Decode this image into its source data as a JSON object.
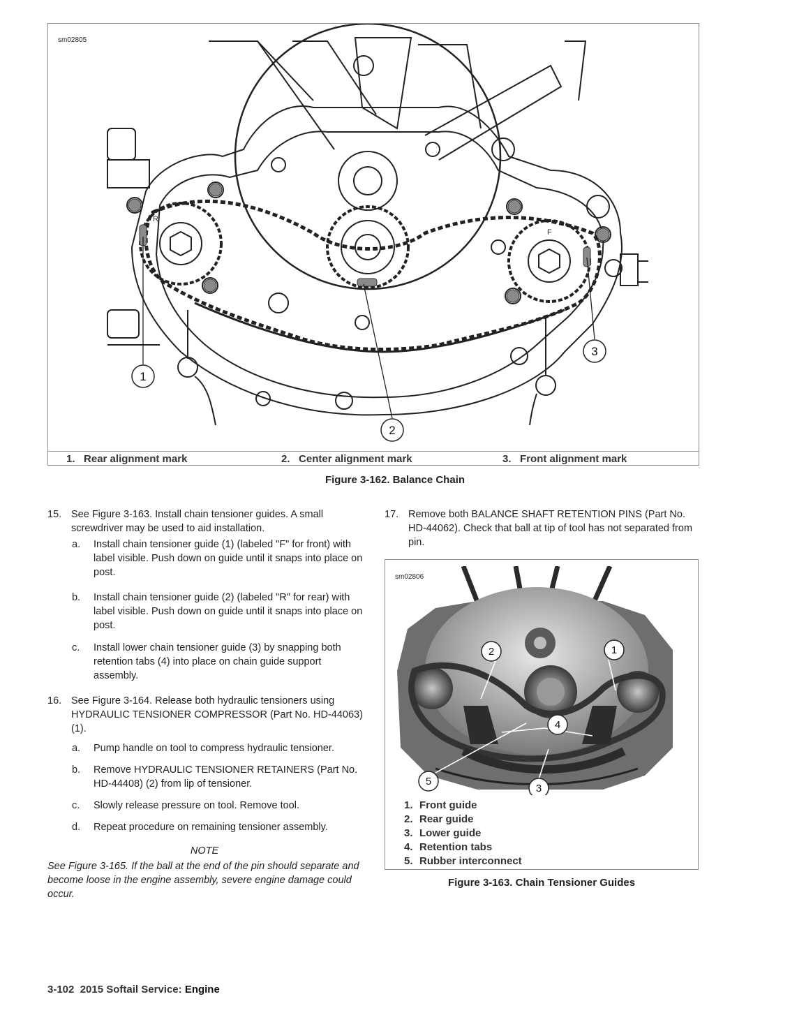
{
  "figure1": {
    "id": "sm02805",
    "callouts": [
      "1",
      "2",
      "3"
    ],
    "part_labels": [
      "R",
      "F"
    ],
    "legend": [
      {
        "num": "1.",
        "label": "Rear alignment mark"
      },
      {
        "num": "2.",
        "label": "Center alignment mark"
      },
      {
        "num": "3.",
        "label": "Front alignment mark"
      }
    ],
    "caption": "Figure 3-162. Balance Chain"
  },
  "steps": {
    "s15": {
      "num": "15.",
      "text": "See Figure 3-163. Install chain tensioner guides. A small screwdriver may be used to aid installation.",
      "subs": [
        {
          "letter": "a.",
          "text": "Install chain tensioner guide (1) (labeled \"F\" for front) with label visible. Push down on guide until it snaps into place on post."
        },
        {
          "letter": "b.",
          "text": "Install chain tensioner guide (2) (labeled \"R\" for rear) with label visible. Push down on guide until it snaps into place on post."
        },
        {
          "letter": "c.",
          "text": "Install lower chain tensioner guide (3) by snapping both retention tabs (4) into place on chain guide support assembly."
        }
      ]
    },
    "s16": {
      "num": "16.",
      "text": "See Figure 3-164. Release both hydraulic tensioners using HYDRAULIC TENSIONER COMPRESSOR (Part No. HD-44063) (1).",
      "subs": [
        {
          "letter": "a.",
          "text": "Pump handle on tool to compress hydraulic tensioner."
        },
        {
          "letter": "b.",
          "text": "Remove HYDRAULIC TENSIONER RETAINERS (Part No. HD-44408) (2) from lip of tensioner."
        },
        {
          "letter": "c.",
          "text": "Slowly release pressure on tool. Remove tool."
        },
        {
          "letter": "d.",
          "text": "Repeat procedure on remaining tensioner assembly."
        }
      ]
    },
    "s17": {
      "num": "17.",
      "text": "Remove both BALANCE SHAFT RETENTION PINS (Part No. HD-44062). Check that ball at tip of tool has not separated from pin."
    }
  },
  "note": {
    "heading": "NOTE",
    "text": "See Figure 3-165. If the ball at the end of the pin should separate and become loose in the engine assembly, severe engine damage could occur."
  },
  "figure2": {
    "id": "sm02806",
    "callouts": [
      "1",
      "2",
      "3",
      "4",
      "5"
    ],
    "legend": [
      {
        "num": "1.",
        "label": "Front guide"
      },
      {
        "num": "2.",
        "label": "Rear guide"
      },
      {
        "num": "3.",
        "label": "Lower guide"
      },
      {
        "num": "4.",
        "label": "Retention tabs"
      },
      {
        "num": "5.",
        "label": "Rubber interconnect"
      }
    ],
    "caption": "Figure 3-163. Chain Tensioner Guides"
  },
  "footer": {
    "page": "3-102",
    "title": "2015 Softail Service:",
    "section": "Engine"
  }
}
